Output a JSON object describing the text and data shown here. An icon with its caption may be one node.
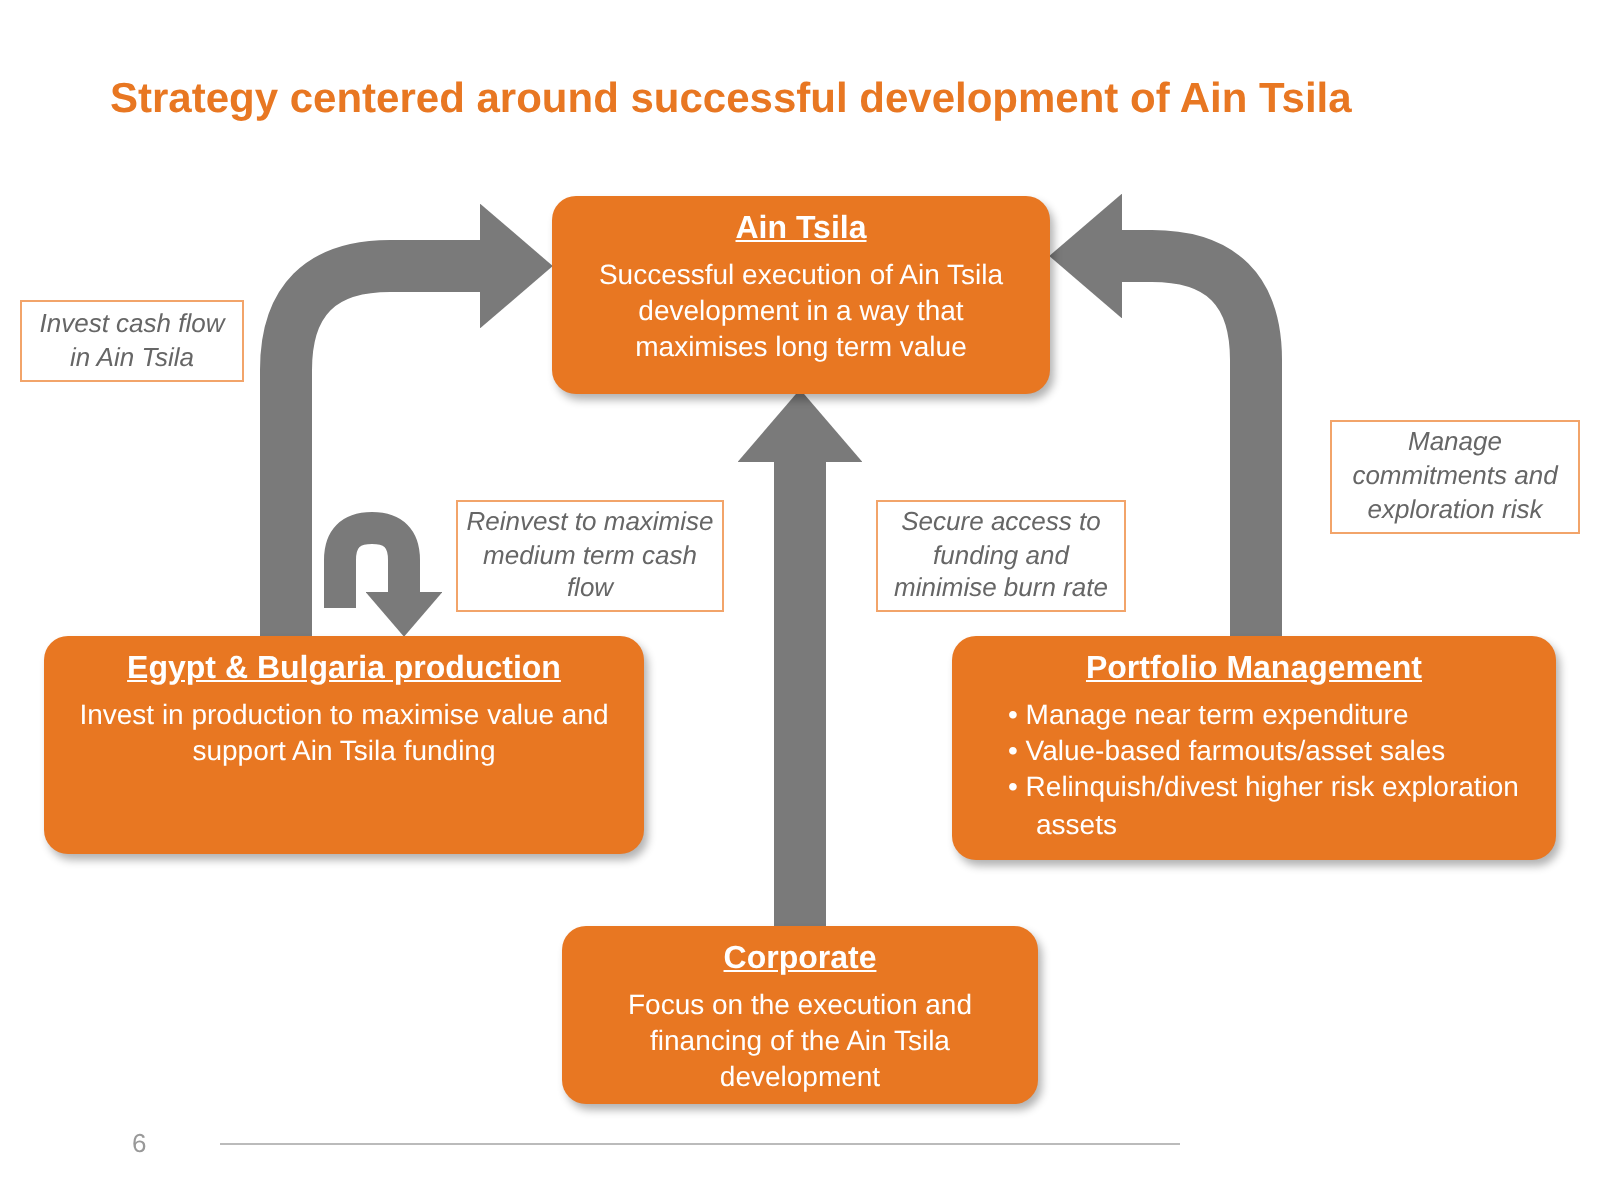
{
  "diagram": {
    "title": "Strategy centered around successful development of Ain Tsila",
    "nodes": [
      {
        "text": [
          "Ain Tsila",
          "Successful execution of Ain Tsila development in a way that maximises long term value"
        ]
      },
      {
        "text": [
          "Egypt & Bulgaria production",
          "Invest in production to maximise value and support Ain Tsila funding"
        ]
      },
      {
        "text": [
          "Portfolio Management",
          "• Manage near term expenditure",
          "• Value-based farmouts/asset sales",
          "• Relinquish/divest higher risk exploration assets"
        ]
      },
      {
        "text": [
          "Corporate",
          "Focus on the execution and financing of the Ain Tsila development"
        ]
      }
    ],
    "edges": [
      {
        "from": 1,
        "to": 0,
        "arrow": "to",
        "label": "Invest cash flow in  Ain Tsila"
      },
      {
        "from": null,
        "to": 1,
        "arrow": "to",
        "label": "Reinvest  to maximise medium term cash flow"
      },
      {
        "from": 3,
        "to": 0,
        "arrow": "to",
        "label": "Secure access to funding and minimise burn rate"
      },
      {
        "from": 2,
        "to": 0,
        "arrow": "to",
        "label": "Manage commitments and exploration risk"
      }
    ],
    "labels": [
      "6"
    ]
  }
}
